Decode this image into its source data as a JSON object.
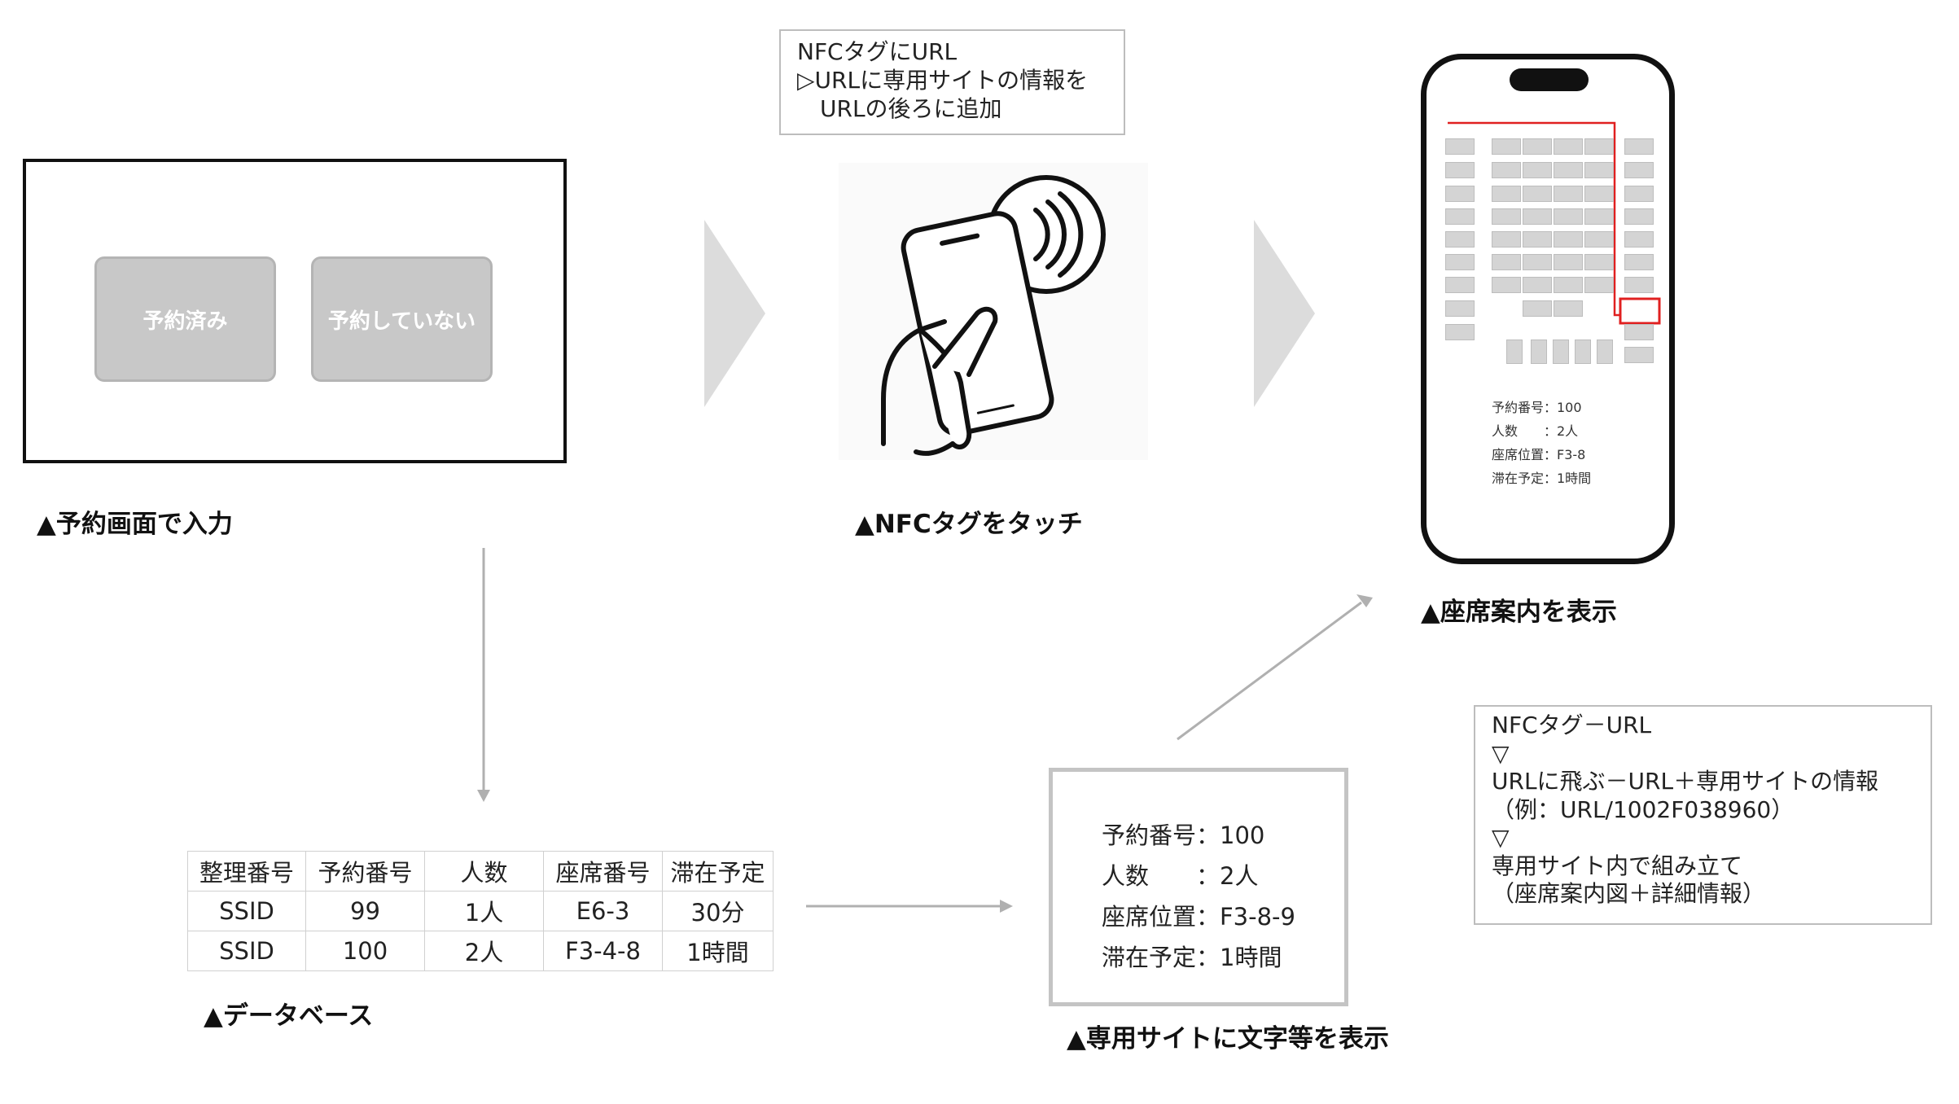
{
  "reservation_screen": {
    "buttons": [
      "予約済み",
      "予約していない"
    ],
    "caption": "▲予約画面で入力"
  },
  "nfc": {
    "note_lines": [
      "NFCタグにURL",
      "▷URLに専用サイトの情報を",
      "　URLの後ろに追加"
    ],
    "caption": "▲NFCタグをタッチ"
  },
  "seat_guide": {
    "caption": "▲座席案内を表示",
    "info_lines": [
      "予約番号：100",
      "人数　　：2人",
      "座席位置：F3-8",
      "滞在予定：1時間"
    ]
  },
  "database": {
    "caption": "▲データベース",
    "columns": [
      "整理番号",
      "予約番号",
      "人数",
      "座席番号",
      "滞在予定"
    ],
    "rows": [
      [
        "SSID",
        "99",
        "1人",
        "E6-3",
        "30分"
      ],
      [
        "SSID",
        "100",
        "2人",
        "F3-4-8",
        "1時間"
      ]
    ]
  },
  "site": {
    "caption": "▲専用サイトに文字等を表示",
    "lines": [
      "予約番号：100",
      "人数　　：2人",
      "座席位置：F3-8-9",
      "滞在予定：1時間"
    ]
  },
  "flow_note": {
    "lines": [
      "NFCタグ－URL",
      "▽",
      "URLに飛ぶ－URL＋専用サイトの情報",
      "（例：URL/1002F038960）",
      "▽",
      "専用サイト内で組み立て",
      "（座席案内図＋詳細情報）"
    ]
  },
  "colors": {
    "highlight": "#e02020",
    "arrow_gray": "#dcdcdc",
    "line_gray": "#b0b0b0"
  }
}
